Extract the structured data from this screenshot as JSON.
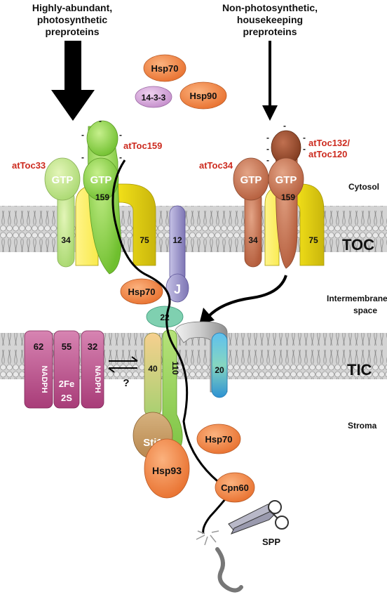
{
  "top": {
    "left_title_1": "Highly-abundant,",
    "left_title_2": "photosynthetic",
    "left_title_3": "preproteins",
    "right_title_1": "Non-photosynthetic,",
    "right_title_2": "housekeeping",
    "right_title_3": "preproteins"
  },
  "chaperones": {
    "hsp70": "Hsp70",
    "p1433": "14-3-3",
    "hsp90": "Hsp90"
  },
  "toc_left": {
    "toc33": "atToc33",
    "toc159": "atToc159",
    "gtp_a": "GTP",
    "gtp_b": "GTP",
    "n159": "159",
    "n34": "34",
    "n75": "75"
  },
  "toc_right": {
    "toc34": "atToc34",
    "toc132": "atToc132/",
    "toc120": "atToc120",
    "gtp_a": "GTP",
    "gtp_b": "GTP",
    "n159": "159",
    "n34": "34",
    "n75": "75"
  },
  "toc12": {
    "n12": "12",
    "j": "J",
    "hsp70": "Hsp70",
    "n22": "22"
  },
  "compartments": {
    "cytosol": "Cytosol",
    "toc": "TOC",
    "ims_1": "Intermembrane",
    "ims_2": "space",
    "tic": "TIC",
    "stroma": "Stroma"
  },
  "tic": {
    "n62": "62",
    "n55": "55",
    "n32": "32",
    "nadph_1": "NADPH",
    "fe_1": "2Fe",
    "fe_2": "2S",
    "nadph_2": "NADPH",
    "q": "?",
    "n40": "40",
    "n110": "110",
    "n20": "20"
  },
  "stroma": {
    "sti1": "Sti1",
    "hsp93": "Hsp93",
    "hsp70": "Hsp70",
    "cpn60": "Cpn60",
    "spp": "SPP"
  },
  "charges": "-",
  "colors": {
    "hsp_orange": "#f08a4a",
    "toc_green": "#8fd04a",
    "toc_brown": "#b5664a",
    "toc75_yellow": "#f4e21a",
    "toc12_purple": "#9a93c8",
    "nadph_pink": "#c0508e",
    "tic20_blue": "#3aa6dd",
    "label_red": "#cc2a1e"
  }
}
